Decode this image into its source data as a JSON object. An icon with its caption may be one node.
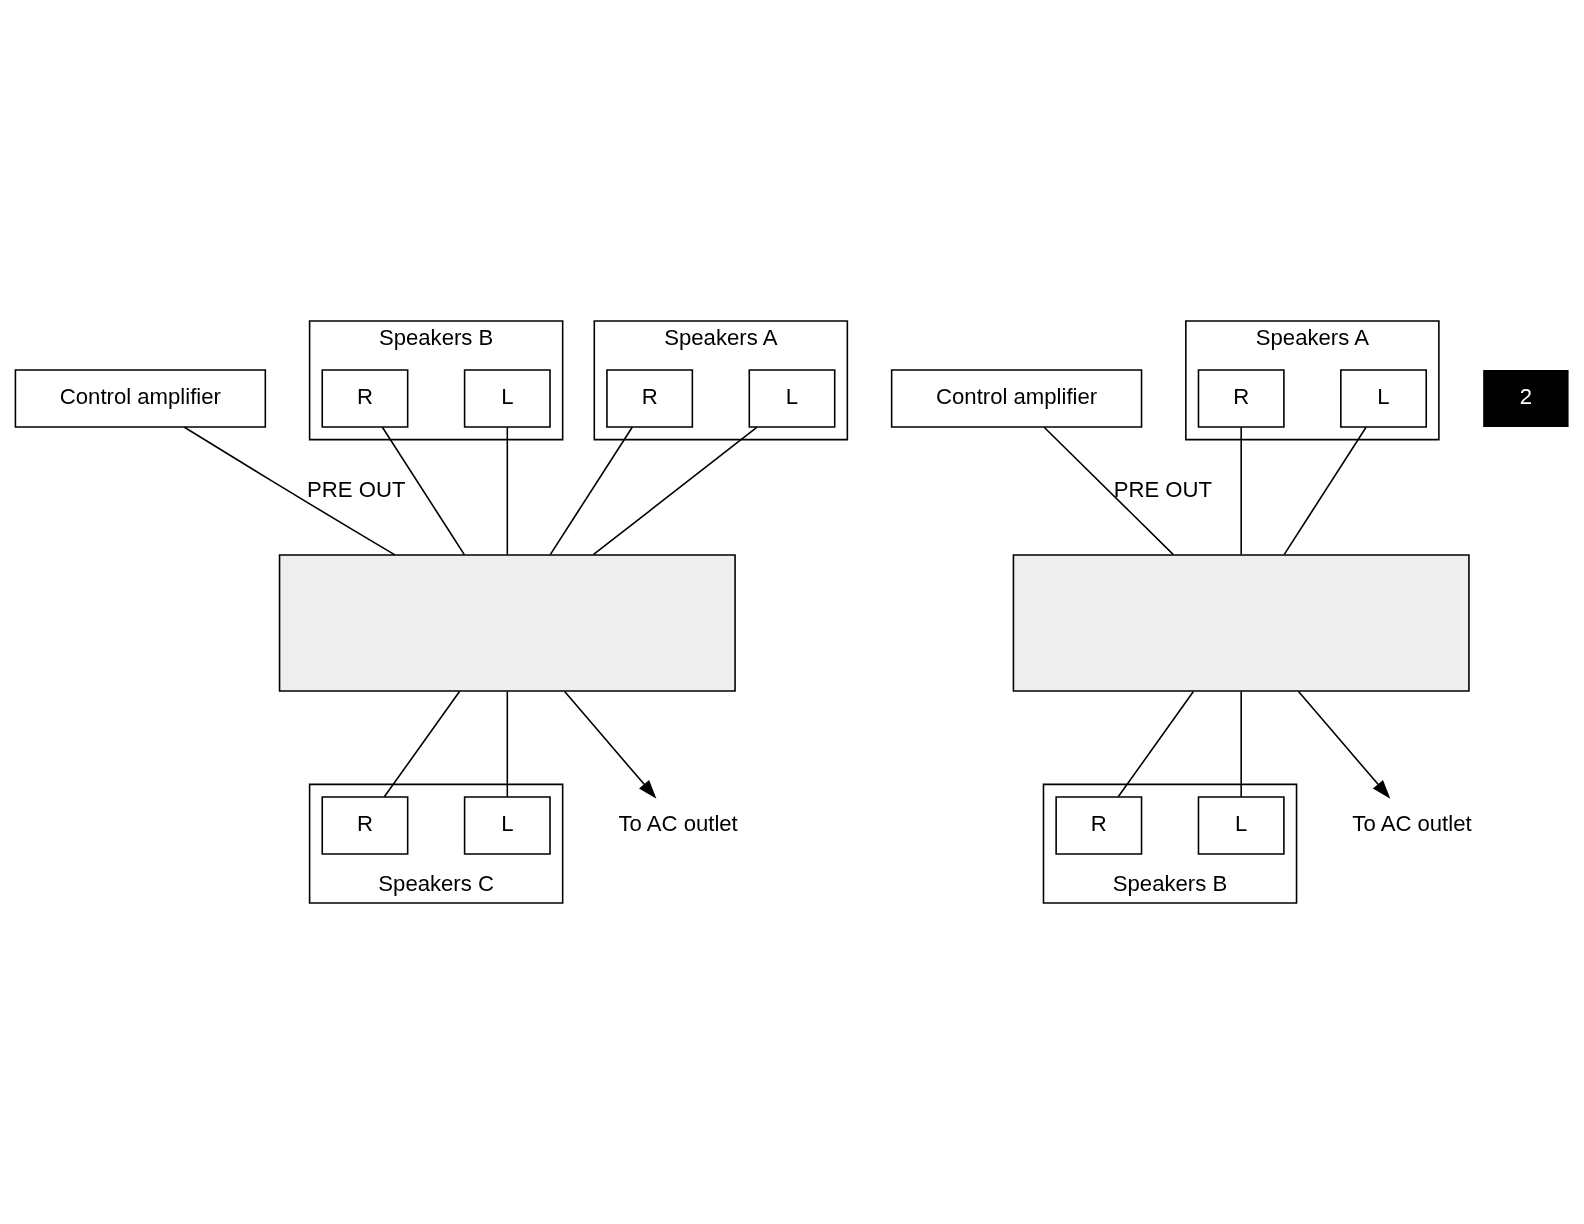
{
  "diagram": {
    "nodes": [
      {
        "text": [
          "Control amplifier"
        ]
      },
      {
        "text": [],
        "shape": "box"
      },
      {
        "text": [
          "Speakers B"
        ]
      },
      {
        "text": [
          "R"
        ],
        "in": 2
      },
      {
        "text": [
          "L"
        ],
        "in": 2
      },
      {
        "text": [
          "Speakers A"
        ]
      },
      {
        "text": [
          "R"
        ],
        "in": 5
      },
      {
        "text": [
          "L"
        ],
        "in": 5
      },
      {
        "text": [
          "Speakers C"
        ]
      },
      {
        "text": [
          "R"
        ],
        "in": 8
      },
      {
        "text": [
          "L"
        ],
        "in": 8
      },
      {
        "text": [
          "To AC outlet"
        ]
      },
      {
        "text": [
          "Control amplifier"
        ]
      },
      {
        "text": [],
        "shape": "box"
      },
      {
        "text": [
          "Speakers A"
        ]
      },
      {
        "text": [
          "R"
        ],
        "in": 14
      },
      {
        "text": [
          "L"
        ],
        "in": 14
      },
      {
        "text": [
          "Speakers B"
        ]
      },
      {
        "text": [
          "R"
        ],
        "in": 17
      },
      {
        "text": [
          "L"
        ],
        "in": 17
      },
      {
        "text": [
          "To AC outlet"
        ]
      }
    ],
    "edges": [
      {
        "from": 0,
        "to": 1,
        "label": "PRE OUT",
        "arrow": "none"
      },
      {
        "from": 3,
        "to": 1,
        "arrow": "none"
      },
      {
        "from": 4,
        "to": 1,
        "arrow": "none"
      },
      {
        "from": 6,
        "to": 1,
        "arrow": "none"
      },
      {
        "from": 7,
        "to": 1,
        "arrow": "none"
      },
      {
        "from": 1,
        "to": 9,
        "arrow": "none"
      },
      {
        "from": 1,
        "to": 10,
        "arrow": "none"
      },
      {
        "from": 1,
        "to": 11,
        "arrow": "to"
      },
      {
        "from": 12,
        "to": 13,
        "label": "PRE OUT",
        "arrow": "none"
      },
      {
        "from": 15,
        "to": 13,
        "arrow": "none"
      },
      {
        "from": 16,
        "to": 13,
        "arrow": "none"
      },
      {
        "from": 13,
        "to": 18,
        "arrow": "none"
      },
      {
        "from": 13,
        "to": 19,
        "arrow": "none"
      },
      {
        "from": 13,
        "to": 20,
        "arrow": "to"
      }
    ],
    "labels": [
      "2"
    ]
  }
}
